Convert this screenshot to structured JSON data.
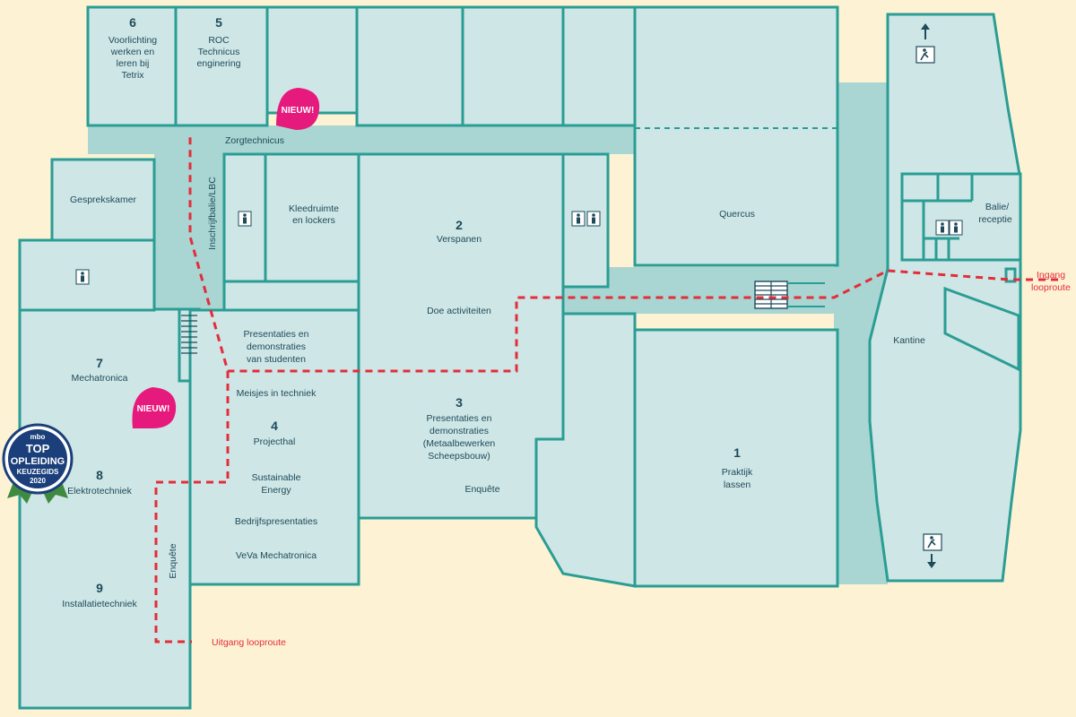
{
  "rooms": {
    "r6": {
      "number": "6",
      "lines": [
        "Voorlichting",
        "werken en",
        "leren bij",
        "Tetrix"
      ]
    },
    "r5": {
      "number": "5",
      "lines": [
        "ROC",
        "Technicus",
        "enginering"
      ]
    },
    "zorg": "Zorgtechnicus",
    "gesprek": "Gesprekskamer",
    "inschrijf": "Inschrijfbalie/LBC",
    "kleed": [
      "Kleedruimte",
      "en lockers"
    ],
    "r2": {
      "number": "2",
      "lines": [
        "Verspanen"
      ]
    },
    "doe": "Doe activiteiten",
    "quercus": "Quercus",
    "balie": [
      "Balie/",
      "receptie"
    ],
    "presstud": [
      "Presentaties en",
      "demonstraties",
      "van studenten"
    ],
    "meisjes": "Meisjes in techniek",
    "r4": {
      "number": "4",
      "lines": [
        "Projecthal"
      ]
    },
    "sust": [
      "Sustainable",
      "Energy"
    ],
    "bedrijf": "Bedrijfspresentaties",
    "veva": "VeVa Mechatronica",
    "r3": {
      "number": "3",
      "lines": [
        "Presentaties en",
        "demonstraties",
        "(Metaalbewerken",
        "Scheepsbouw)"
      ]
    },
    "enq3": "Enquête",
    "r1": {
      "number": "1",
      "lines": [
        "Praktijk",
        "lassen"
      ]
    },
    "kantine": "Kantine",
    "r7": {
      "number": "7",
      "lines": [
        "Mechatronica"
      ]
    },
    "r8": {
      "number": "8",
      "lines": [
        "Elektrotechniek"
      ]
    },
    "r9": {
      "number": "9",
      "lines": [
        "Installatietechniek"
      ]
    },
    "enq_left": "Enquête"
  },
  "route": {
    "ingang": [
      "Ingang",
      "looproute"
    ],
    "uitgang": "Uitgang looproute",
    "color": "#e32d3b"
  },
  "badges": {
    "nieuw": "NIEUW!",
    "nieuw_color": "#e6197d",
    "award": {
      "line1": "mbo",
      "line2": "TOP",
      "line3": "OPLEIDING",
      "line4": "KEUZEGIDS",
      "line5": "2020"
    }
  },
  "icons": [
    "toilet-icon",
    "emergency-exit-icon",
    "arrow-up-icon",
    "arrow-down-icon",
    "stairs-icon"
  ],
  "colors": {
    "background": "#fdf3d4",
    "room_fill": "#cfe6e6",
    "hall_fill": "#a9d6d2",
    "wall": "#2a9d94",
    "text": "#1e4a5a"
  }
}
